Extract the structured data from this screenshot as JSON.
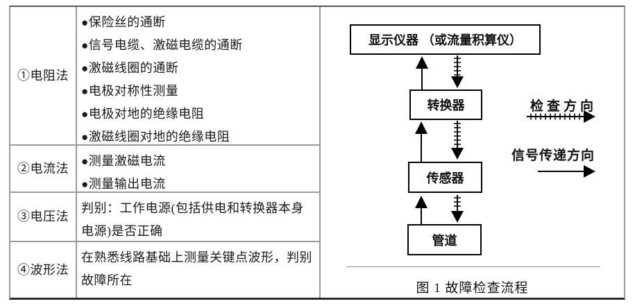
{
  "table": {
    "bullet_char": "●",
    "rows": [
      {
        "method": "①电阻法",
        "bulleted": true,
        "items": [
          "保险丝的通断",
          "信号电缆、激磁电缆的通断",
          "激磁线圈的通断",
          "电极对称性测量",
          "电极对地的绝缘电阻",
          "激磁线圈对地的绝缘电阻"
        ]
      },
      {
        "method": "②电流法",
        "bulleted": true,
        "items": [
          "测量激磁电流",
          "测量输出电流"
        ]
      },
      {
        "method": "③电压法",
        "bulleted": false,
        "items": [
          "判别：工作电源(包括供电和转换器本身电源)是否正确"
        ]
      },
      {
        "method": "④波形法",
        "bulleted": false,
        "items": [
          "在熟悉线路基础上测量关键点波形，判别故障所在"
        ]
      }
    ]
  },
  "diagram": {
    "nodes": [
      {
        "id": "display",
        "label": "显示仪器 （或流量积算仪）"
      },
      {
        "id": "converter",
        "label": "转换器"
      },
      {
        "id": "sensor",
        "label": "传感器"
      },
      {
        "id": "pipe",
        "label": "管道"
      }
    ],
    "edges": [
      {
        "from": "管道",
        "to": "传感器",
        "direction": "up",
        "style": "solid",
        "meaning": "信号传递方向"
      },
      {
        "from": "传感器",
        "to": "转换器",
        "direction": "up",
        "style": "solid",
        "meaning": "信号传递方向"
      },
      {
        "from": "转换器",
        "to": "显示仪器",
        "direction": "up",
        "style": "solid",
        "meaning": "信号传递方向"
      },
      {
        "from": "显示仪器",
        "to": "转换器",
        "direction": "down",
        "style": "ticked",
        "meaning": "检查方向"
      },
      {
        "from": "转换器",
        "to": "传感器",
        "direction": "down",
        "style": "ticked",
        "meaning": "检查方向"
      },
      {
        "from": "传感器",
        "to": "管道",
        "direction": "down",
        "style": "ticked",
        "meaning": "检查方向"
      }
    ],
    "legend": {
      "check_direction": "检查方向",
      "signal_direction": "信号传递方向"
    },
    "caption": "图 1 故障检查流程"
  },
  "colors": {
    "grid_line": "#9a9a9a",
    "outer_border_dark": "#2a2a2a",
    "diagram_ink": "#000000",
    "text": "#1a1a1a",
    "background": "#ffffff"
  }
}
